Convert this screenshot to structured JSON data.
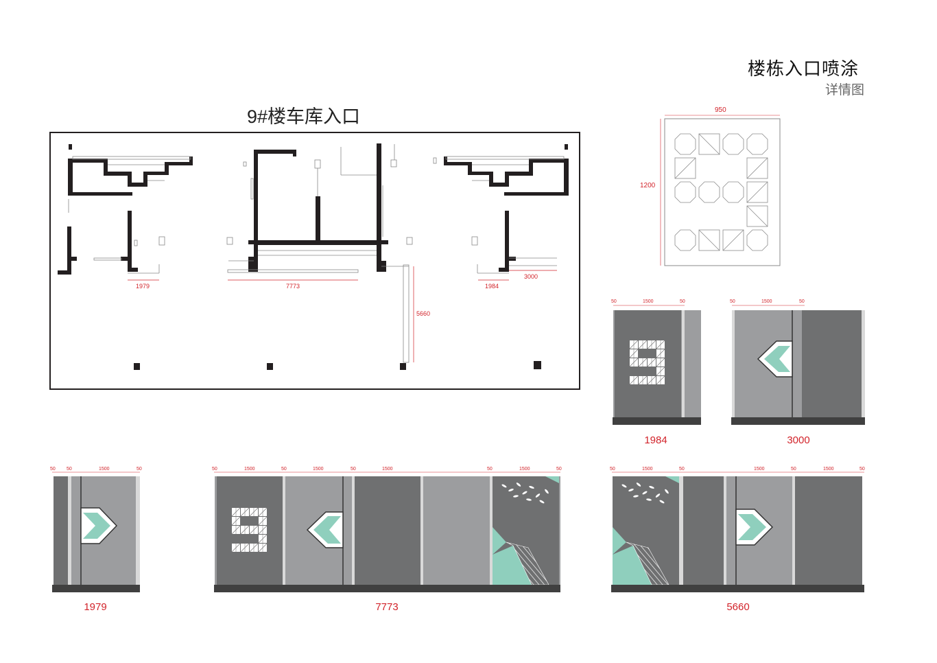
{
  "sheet": {
    "title": "楼栋入口喷涂",
    "subtitle": "详情图"
  },
  "plan": {
    "title": "9#楼车库入口",
    "dims": {
      "d1979": "1979",
      "d7773": "7773",
      "d1984": "1984",
      "d3000": "3000",
      "d5660": "5660"
    }
  },
  "tile": {
    "width": "950",
    "height": "1200"
  },
  "elevations": {
    "e1984": {
      "label": "1984",
      "d1": "50",
      "d2": "1500",
      "d3": "50"
    },
    "e3000": {
      "label": "3000",
      "d1": "50",
      "d2": "1500",
      "d3": "50"
    },
    "e1979": {
      "label": "1979",
      "d1": "50",
      "d2": "50",
      "d3": "1500",
      "d4": "50"
    },
    "e7773": {
      "label": "7773",
      "d1": "50",
      "d2": "1500",
      "d3": "50",
      "d4": "1500",
      "d5": "50",
      "d6": "1500",
      "d7": "50",
      "d8": "1500",
      "d9": "50"
    },
    "e5660": {
      "label": "5660",
      "d1": "50",
      "d2": "1500",
      "d3": "50",
      "d4": "1500",
      "d5": "50",
      "d6": "1500",
      "d7": "50"
    }
  },
  "colors": {
    "dark_gray": "#6f7071",
    "mid_gray": "#9c9d9f",
    "teal": "#8fcfbd",
    "dim_red": "#d2232a",
    "wall": "#231f20"
  }
}
